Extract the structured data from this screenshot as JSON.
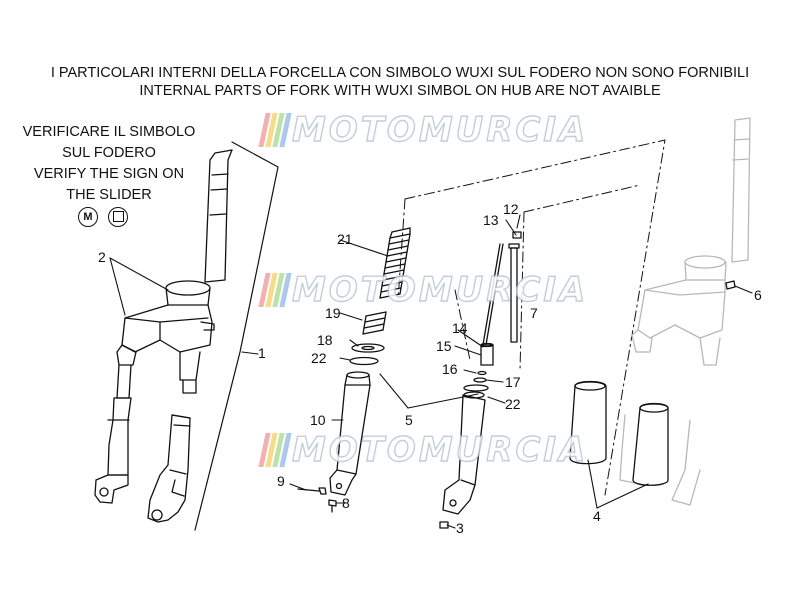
{
  "header": {
    "line1": "I PARTICOLARI INTERNI DELLA FORCELLA CON SIMBOLO WUXI SUL FODERO NON SONO FORNIBILI",
    "line2": "INTERNAL PARTS OF FORK WITH WUXI SIMBOL ON HUB ARE NOT AVAIBLE"
  },
  "note": {
    "lines": [
      "VERIFICARE IL SIMBOLO",
      "SUL FODERO",
      "VERIFY THE SIGN ON",
      "THE SLIDER"
    ],
    "symbol_m": "M"
  },
  "watermark": {
    "text": "MOTOMURCIA",
    "bar_colors": [
      "#f3b0b0",
      "#f6dc8a",
      "#bfe3a6",
      "#a9c9ef"
    ]
  },
  "callouts": [
    "1",
    "2",
    "3",
    "4",
    "5",
    "6",
    "7",
    "8",
    "9",
    "10",
    "12",
    "13",
    "14",
    "15",
    "16",
    "17",
    "18",
    "19",
    "21",
    "22",
    "22"
  ],
  "colors": {
    "line": "#111111",
    "ghost": "#b8b8b8"
  }
}
